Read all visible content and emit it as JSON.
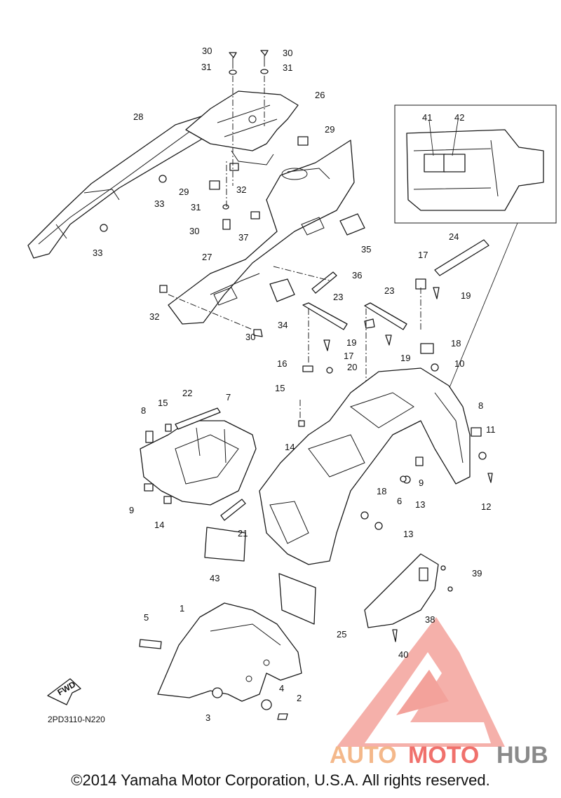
{
  "diagram": {
    "part_code": "2PD3110-N220",
    "fwd_label": "FWD",
    "callouts": [
      "1",
      "2",
      "3",
      "4",
      "5",
      "6",
      "7",
      "8",
      "9",
      "10",
      "11",
      "12",
      "13",
      "14",
      "15",
      "16",
      "17",
      "18",
      "19",
      "20",
      "21",
      "22",
      "23",
      "24",
      "25",
      "26",
      "27",
      "28",
      "29",
      "30",
      "31",
      "32",
      "33",
      "34",
      "35",
      "36",
      "37",
      "38",
      "39",
      "40",
      "41",
      "42",
      "43"
    ]
  },
  "watermark": {
    "auto": "AUTO",
    "moto": "MOTO",
    "hub": "HUB",
    "colors": {
      "auto": "#f4b88a",
      "moto": "#f0716c",
      "hub": "#8a8a8a"
    }
  },
  "footer": {
    "copyright": "©2014 Yamaha Motor Corporation, U.S.A. All rights reserved."
  }
}
